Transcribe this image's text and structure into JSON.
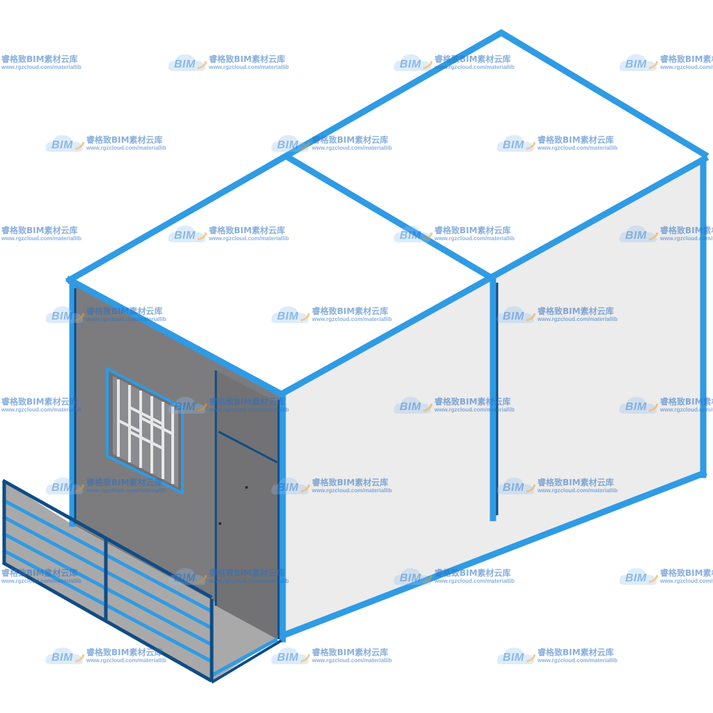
{
  "image": {
    "subject": "prefab-container-house",
    "colors": {
      "frame": "#2f9be5",
      "frame_dark": "#0f4c86",
      "side_wall": "#ececec",
      "front_wall": "#7c7c7e",
      "roof": "#ffffff",
      "deck": "#a9a9a9",
      "window_grille": "#e8e8e8"
    }
  },
  "watermark": {
    "logo_text": "BIM",
    "brand": "睿格致BIM素材云库",
    "url": "www.rgzcloud.com/materiallib"
  }
}
